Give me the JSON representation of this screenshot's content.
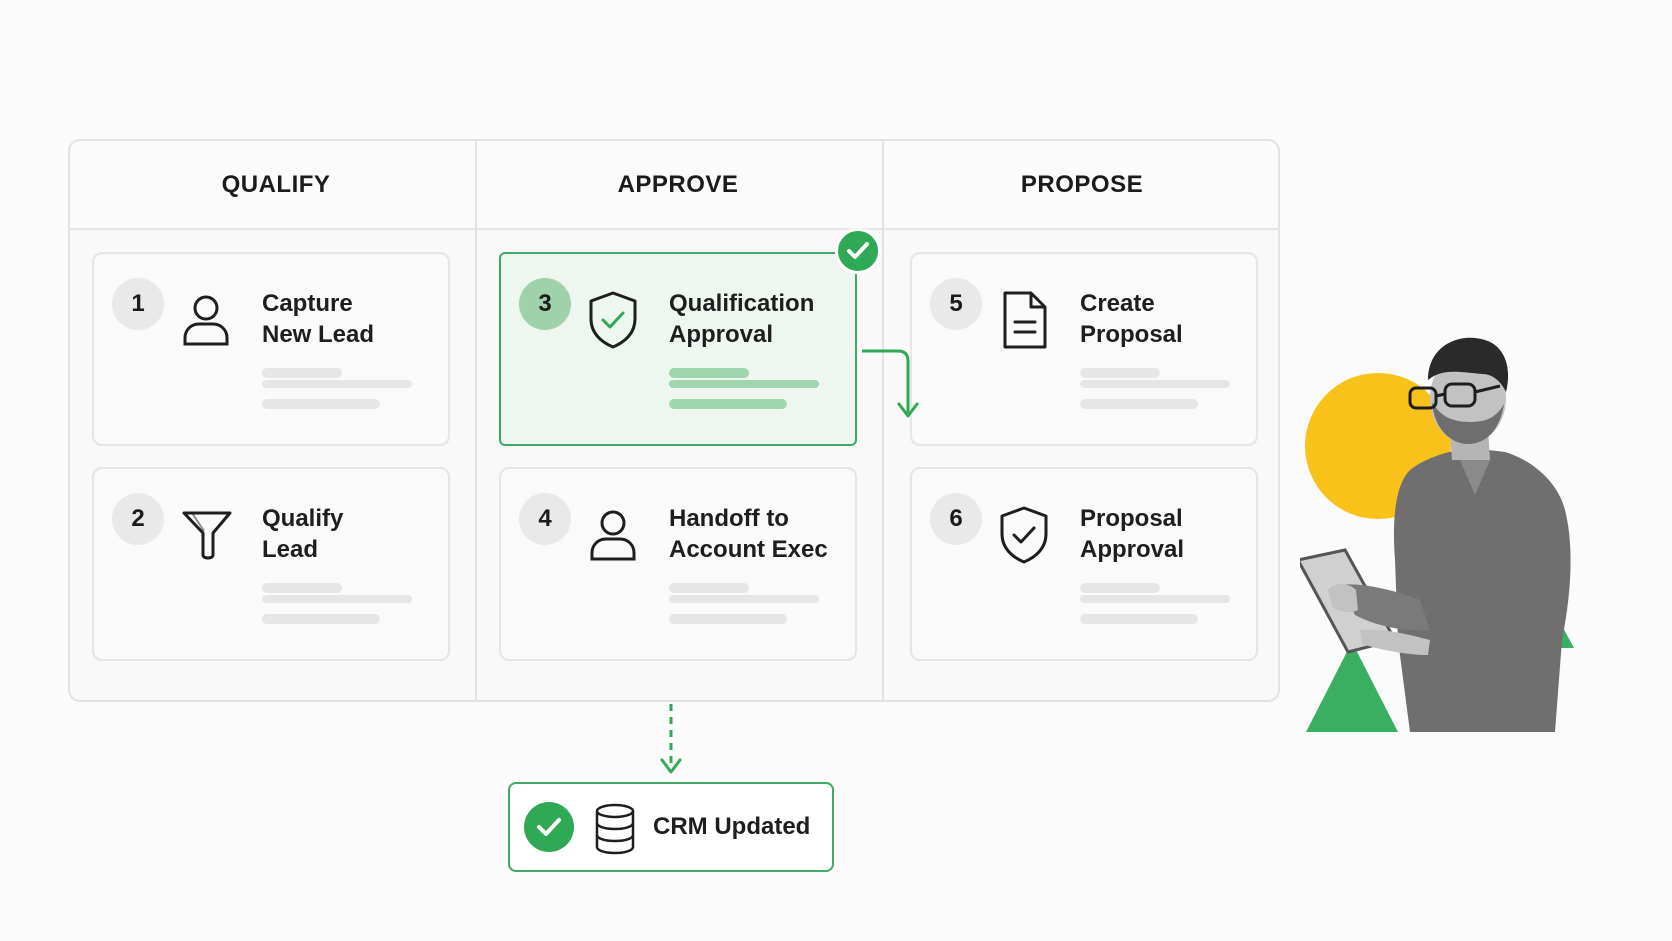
{
  "columns": [
    {
      "title": "QUALIFY"
    },
    {
      "title": "APPROVE"
    },
    {
      "title": "PROPOSE"
    }
  ],
  "steps": [
    {
      "number": "1",
      "title_line1": "Capture",
      "title_line2": "New Lead",
      "icon": "user-icon",
      "active": false
    },
    {
      "number": "2",
      "title_line1": "Qualify",
      "title_line2": "Lead",
      "icon": "funnel-icon",
      "active": false
    },
    {
      "number": "3",
      "title_line1": "Qualification",
      "title_line2": "Approval",
      "icon": "shield-check-icon",
      "active": true
    },
    {
      "number": "4",
      "title_line1": "Handoff to",
      "title_line2": "Account Exec",
      "icon": "user-icon",
      "active": false
    },
    {
      "number": "5",
      "title_line1": "Create",
      "title_line2": "Proposal",
      "icon": "document-icon",
      "active": false
    },
    {
      "number": "6",
      "title_line1": "Proposal",
      "title_line2": "Approval",
      "icon": "shield-check-icon",
      "active": false
    }
  ],
  "completed_badge": {
    "icon": "check-icon",
    "step": "3"
  },
  "result": {
    "label": "CRM Updated",
    "icons": [
      "check-circle-icon",
      "database-icon"
    ]
  },
  "colors": {
    "accent_green": "#2fa956",
    "active_card_bg": "#eef7ef",
    "accent_yellow": "#f9c21a",
    "text": "#1b1b1b"
  },
  "illustration": {
    "subject": "person-with-tablet",
    "shapes": [
      "yellow-circle",
      "green-triangle"
    ]
  }
}
